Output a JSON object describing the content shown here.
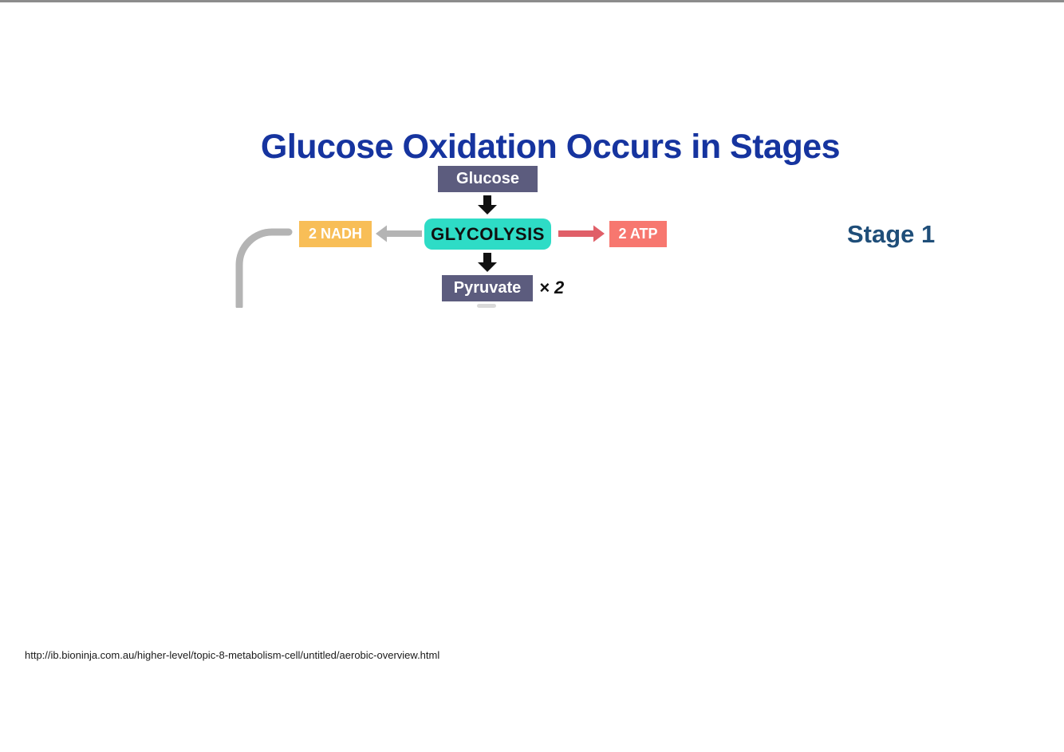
{
  "page": {
    "background": "#ffffff",
    "top_rule_color": "#8c8c8c"
  },
  "title": {
    "text": "Glucose Oxidation Occurs in Stages",
    "color": "#16349f"
  },
  "stage_label": {
    "text": "Stage 1",
    "color": "#1f4e79"
  },
  "footer": {
    "source_url": "http://ib.bioninja.com.au/higher-level/topic-8-metabolism-cell/untitled/aerobic-overview.html",
    "color": "#1a1a1a"
  },
  "diagram": {
    "nodes": {
      "glucose": {
        "label": "Glucose",
        "bg": "#5c5c7e",
        "fg": "#ffffff"
      },
      "glycolysis": {
        "label": "GLYCOLYSIS",
        "bg": "#2edcc6",
        "fg": "#101010"
      },
      "nadh": {
        "label": "2 NADH",
        "bg": "#f8be57",
        "fg": "#ffffff"
      },
      "atp": {
        "label": "2 ATP",
        "bg": "#f7776f",
        "fg": "#ffffff"
      },
      "pyruvate": {
        "label": "Pyruvate",
        "bg": "#5c5c7e",
        "fg": "#ffffff"
      }
    },
    "multiplier": {
      "text": "× 2",
      "color": "#111111"
    },
    "colors": {
      "down_arrow": "#111111",
      "nadh_arrow": "#b4b4b4",
      "atp_arrow": "#e05f68",
      "curve": "#b4b4b4",
      "cropped_fragment": "#d9d9d9"
    }
  }
}
